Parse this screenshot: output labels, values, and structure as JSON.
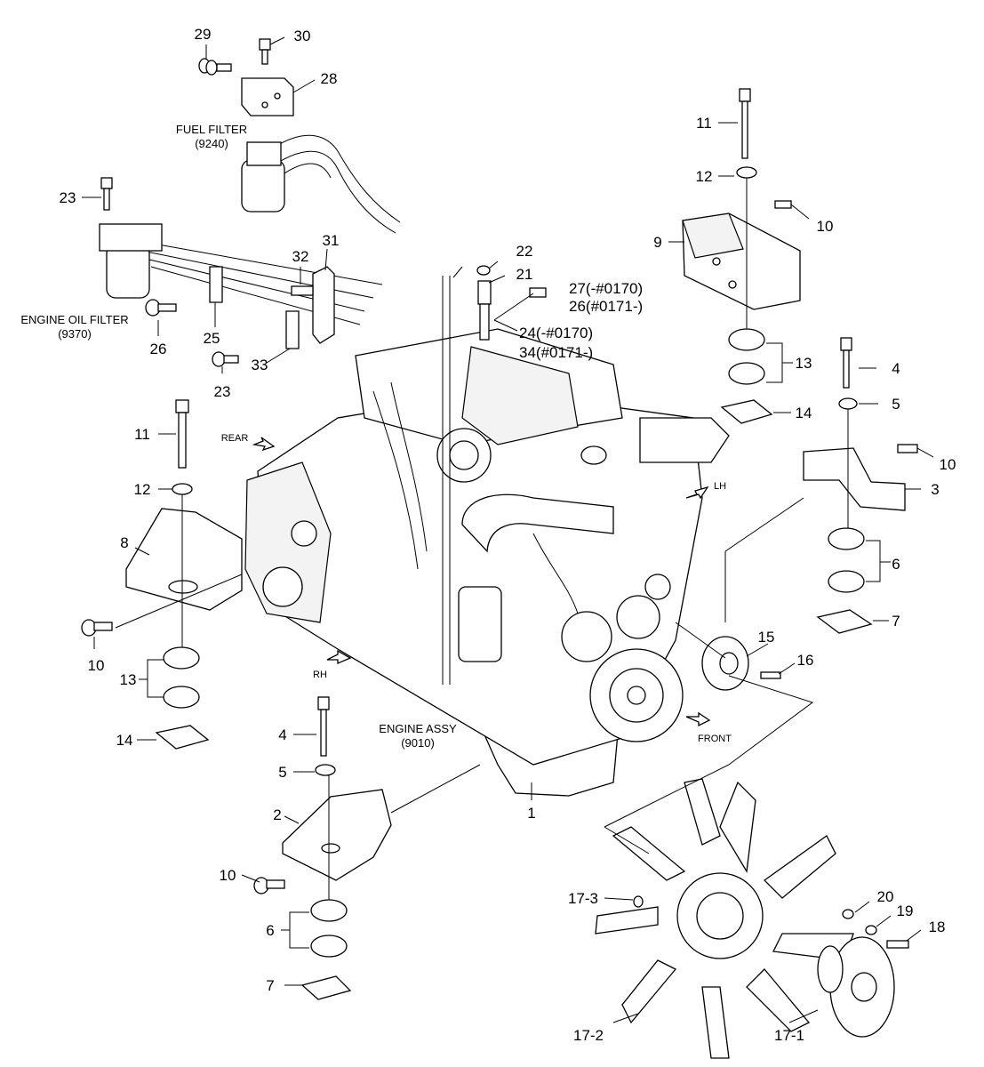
{
  "labels": {
    "fuel_filter": "FUEL FILTER",
    "fuel_filter_code": "(9240)",
    "engine_oil_filter": "ENGINE OIL FILTER",
    "engine_oil_filter_code": "(9370)",
    "engine_assy": "ENGINE ASSY",
    "engine_assy_code": "(9010)",
    "rear": "REAR",
    "lh": "LH",
    "rh": "RH",
    "front": "FRONT"
  },
  "callouts": {
    "c1": "1",
    "c2": "2",
    "c3": "3",
    "c4a": "4",
    "c4b": "4",
    "c5a": "5",
    "c5b": "5",
    "c6a": "6",
    "c6b": "6",
    "c7a": "7",
    "c7b": "7",
    "c8": "8",
    "c9": "9",
    "c10a": "10",
    "c10b": "10",
    "c10c": "10",
    "c10d": "10",
    "c11a": "11",
    "c11b": "11",
    "c12a": "12",
    "c12b": "12",
    "c13a": "13",
    "c13b": "13",
    "c14a": "14",
    "c14b": "14",
    "c15": "15",
    "c16": "16",
    "c17_1": "17-1",
    "c17_2": "17-2",
    "c17_3": "17-3",
    "c18": "18",
    "c19": "19",
    "c20": "20",
    "c21": "21",
    "c22": "22",
    "c23a": "23",
    "c23b": "23",
    "c24": "24(-#0170)",
    "c25": "25",
    "c26": "26",
    "c26b": "26(#0171-)",
    "c27": "27(-#0170)",
    "c28": "28",
    "c29": "29",
    "c30": "30",
    "c31": "31",
    "c32": "32",
    "c33": "33",
    "c34": "34(#0171-)"
  }
}
